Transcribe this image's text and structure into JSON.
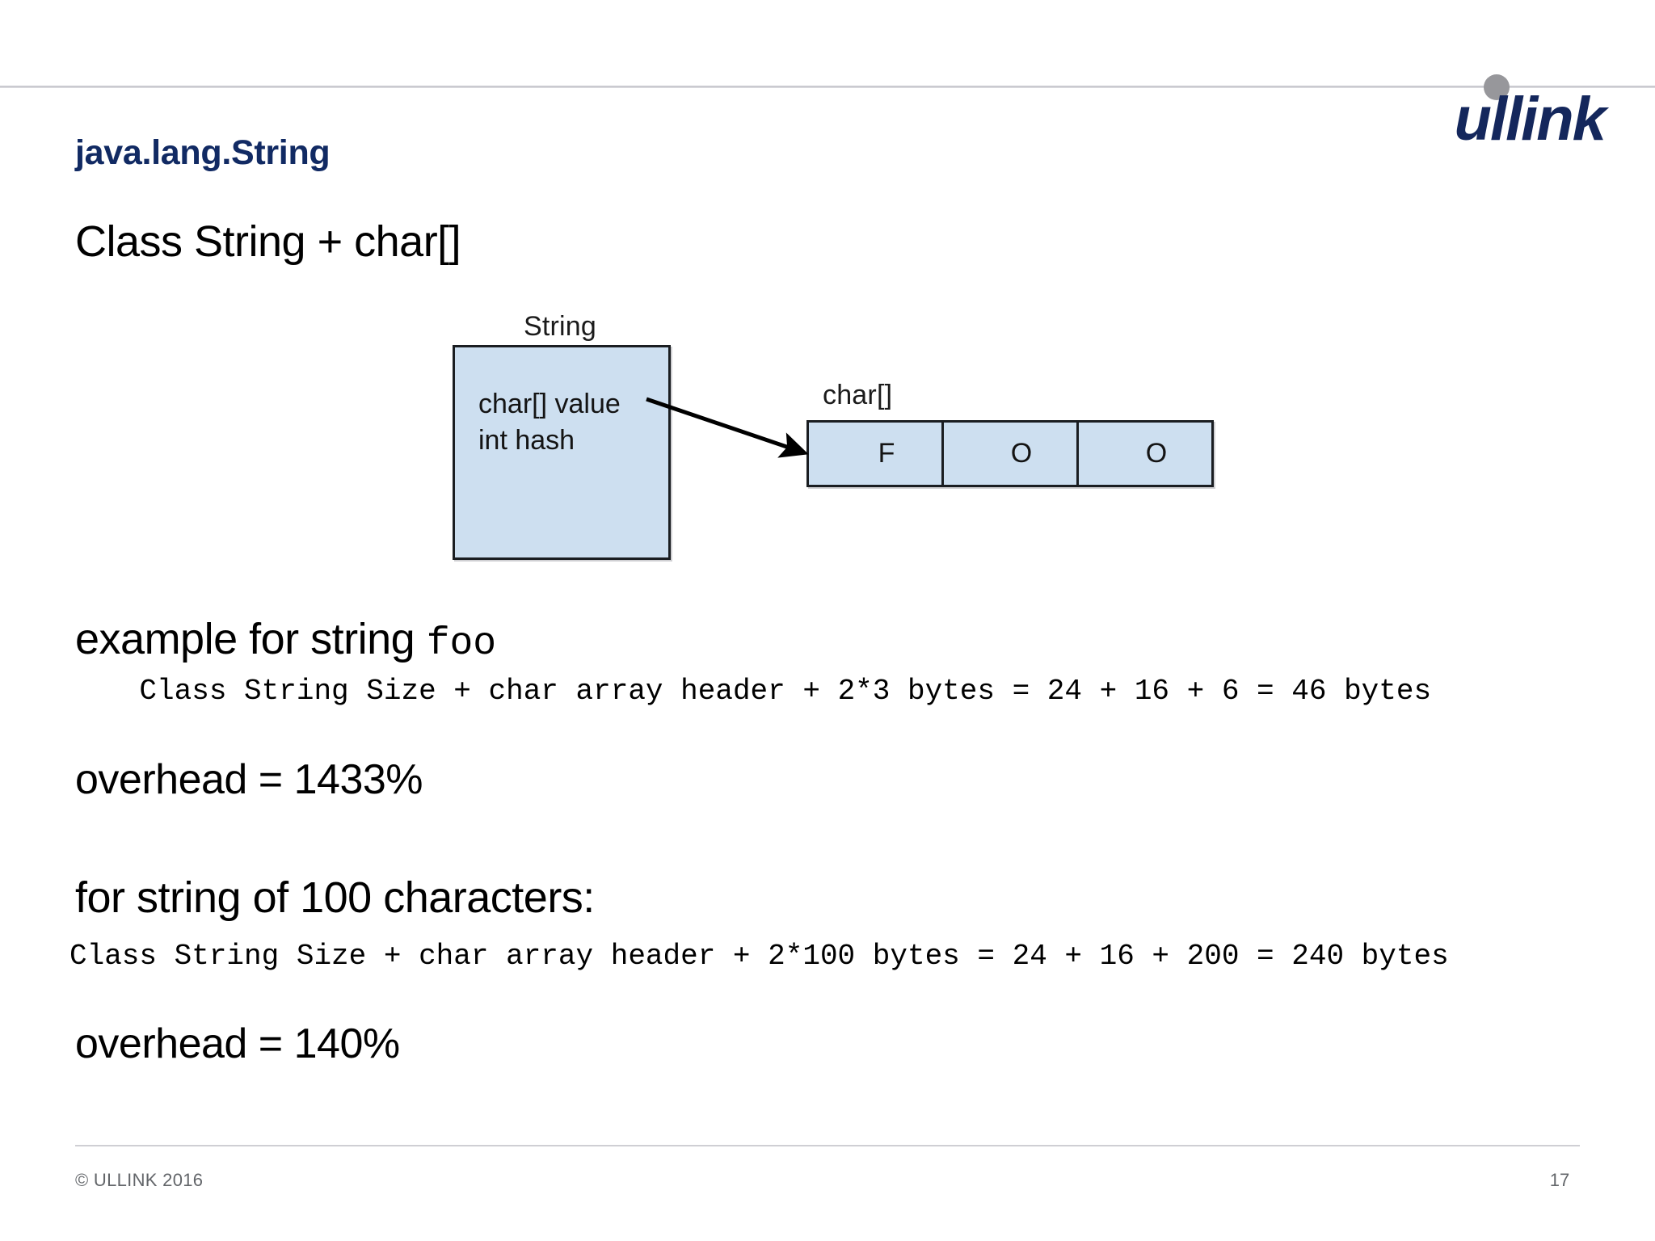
{
  "slide": {
    "title": "java.lang.String",
    "heading_class_string": "Class String + char[]",
    "heading_example_prefix": "example for string ",
    "heading_example_mono": "foo",
    "heading_for_string": "for string of 100 characters:",
    "code_foo": "    Class String Size + char array header + 2*3 bytes = 24 + 16 + 6 = 46 bytes",
    "overhead_foo": "overhead = 1433%",
    "code_100": "Class String Size + char array header + 2*100 bytes = 24 + 16 + 200 = 240 bytes",
    "overhead_100": "overhead = 140%"
  },
  "logo": {
    "word": "ullink",
    "color": "#14275c",
    "dot_color": "#97979b"
  },
  "diagram": {
    "string_label": "String",
    "string_fields": "char[] value\nint hash",
    "char_array_label": "char[]",
    "char_cells": [
      "F",
      "O",
      "O"
    ],
    "box_fill": "#cddff0",
    "box_border": "#1a1d21",
    "arrow_color": "#000000"
  },
  "footer": {
    "copyright": "© ULLINK 2016",
    "page_number": "17"
  },
  "colors": {
    "title_navy": "#112a63",
    "rule_gray": "#c9c9cf",
    "footer_text": "#63666a"
  }
}
